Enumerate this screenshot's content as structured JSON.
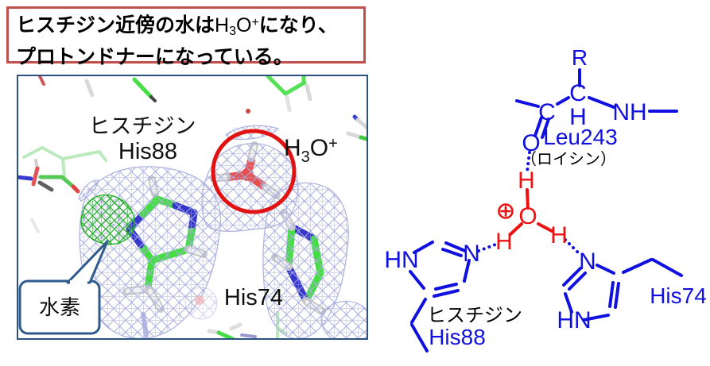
{
  "title_box": {
    "line1_pre": "ヒスチジン近傍の水は",
    "formula_h": "H",
    "formula_sub": "3",
    "formula_o": "O",
    "formula_sup": "+",
    "line1_post": "になり、",
    "line2": "プロトンドナーになっている。"
  },
  "micrograph": {
    "histidine_jp": "ヒスチジン",
    "his88": "His88",
    "h3o": {
      "h": "H",
      "sub": "3",
      "o": "O",
      "sup": "+"
    },
    "his74": "His74",
    "callout_label": "水素"
  },
  "scheme": {
    "leucine": {
      "r": "R",
      "c_alpha": "C",
      "h_alpha": "H",
      "c_carbonyl": "C",
      "nh": "NH",
      "o": "O",
      "name": "Leu243",
      "name_jp": "（ロイシン）"
    },
    "hydronium": {
      "h_top": "H",
      "o": "O",
      "plus": "+",
      "h_left": "H",
      "h_right": "H"
    },
    "his88": {
      "hn": "HN",
      "n": "N",
      "name_jp": "ヒスチジン",
      "name": "His88"
    },
    "his74": {
      "n": "N",
      "hn": "HN",
      "name": "His74"
    }
  },
  "colors": {
    "title_border": "#c0504d",
    "panel_border": "#2a5180",
    "callout_border": "#2e5a8c",
    "mesh_blue": "#a9aede",
    "mesh_green": "#17b017",
    "highlight_circle_red": "#e01212",
    "stick_green": "#44dd44",
    "stick_nitrogen_blue": "#3636cc",
    "stick_oxygen_red": "#e65050",
    "stick_hydrogen_white": "#f1f1f1",
    "scheme_blue": "#1010e0",
    "scheme_red": "#ee1111",
    "label_black": "#000000"
  }
}
